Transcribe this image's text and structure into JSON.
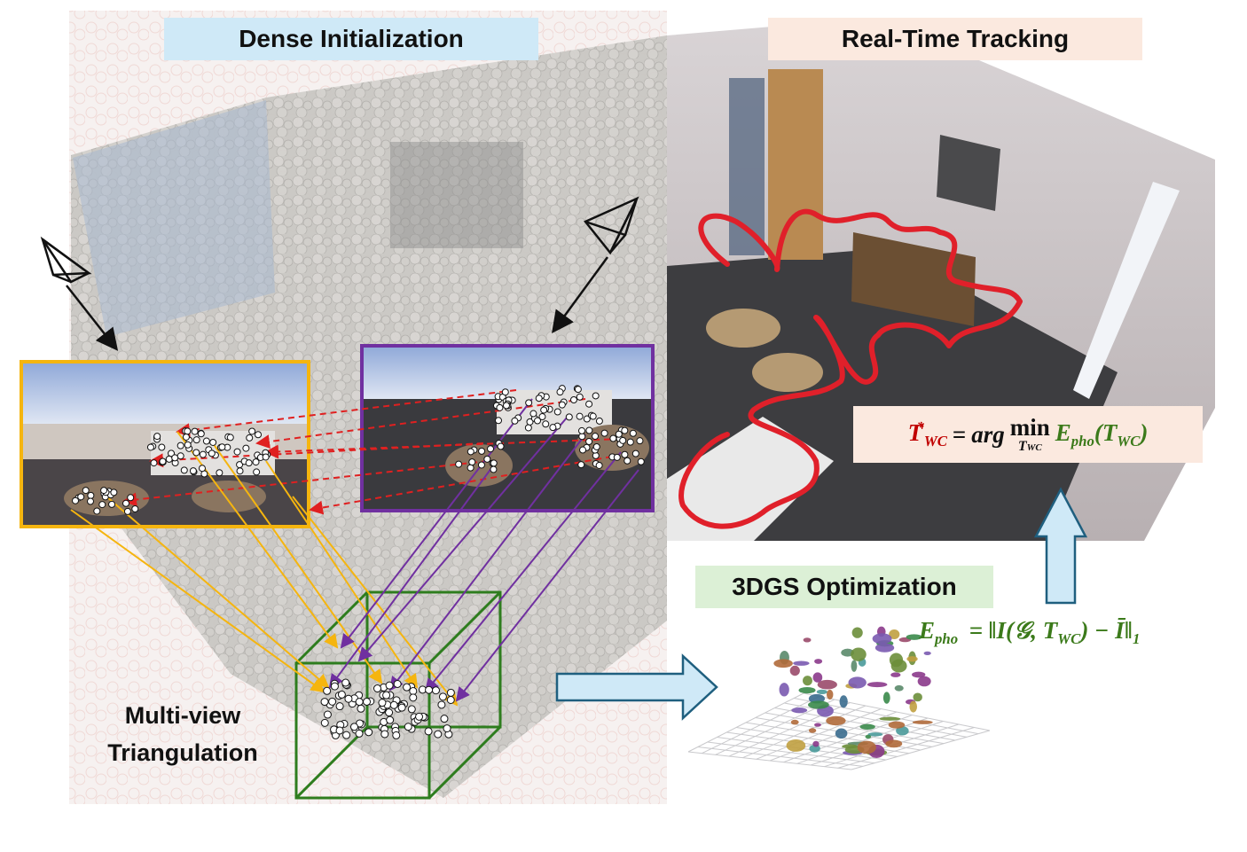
{
  "sections": {
    "dense_initialization": "Dense Initialization",
    "real_time_tracking": "Real-Time Tracking",
    "gs_optimization": "3DGS Optimization",
    "triangulation_line1": "Multi-view",
    "triangulation_line2": "Triangulation"
  },
  "tracking_equation": {
    "lhs": "T",
    "lhs_sub": "WC",
    "lhs_sup": "*",
    "equals": "=",
    "argmin_prefix": "arg",
    "min": "min",
    "min_sub": "T",
    "min_sub_sub": "WC",
    "energy": "E",
    "energy_sub": "pho",
    "energy_arg": "(T",
    "energy_arg_sub": "WC",
    "energy_arg_close": ")"
  },
  "photometric_equation": {
    "energy": "E",
    "energy_sub": "pho",
    "equals": "=",
    "open": "‖I(𝒢, T",
    "sub": "WC",
    "close": ") − Ī‖",
    "norm_sub": "1"
  },
  "colors": {
    "dense_banner": "#cfe9f7",
    "tracking_banner": "#fbe9df",
    "optimization_banner": "#dcf0d6",
    "left_view_frame": "#f5b50f",
    "right_view_frame": "#7030a0",
    "triangulation_cube": "#2e7d1e",
    "trajectory": "#e0202a",
    "flow_arrow_fill": "#cfe9f7",
    "flow_arrow_stroke": "#1f5f7f",
    "correspondence": "#e02020"
  },
  "icons": [
    "camera-frustum-icon",
    "camera-frustum-icon",
    "flow-arrow-icon",
    "upward-arrow-icon"
  ]
}
